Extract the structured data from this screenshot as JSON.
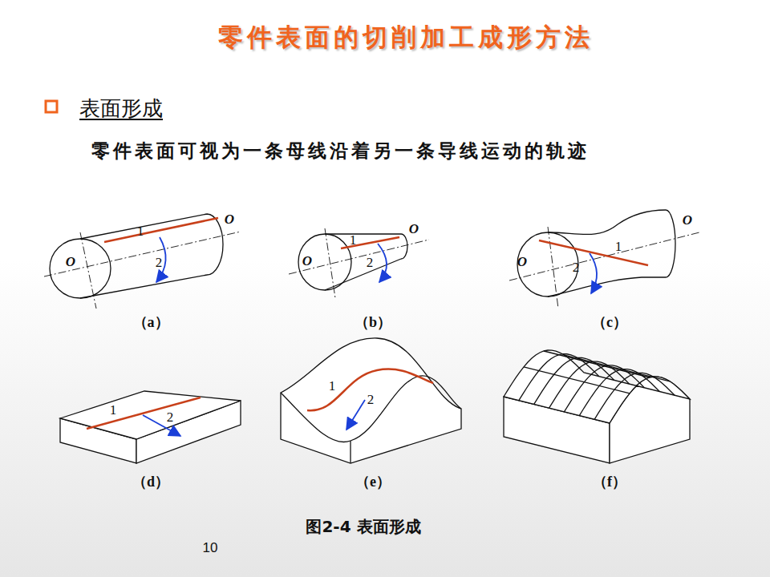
{
  "diagram": {
    "title": "零件表面的切削加工成形方法",
    "caption": "图2-4 表面形成",
    "labels": [
      "表面形成",
      "零件表面可视为一条母线沿着另一条导线运动的轨迹",
      "O",
      "1",
      "O",
      "2",
      "（a）",
      "O",
      "1",
      "O",
      "2",
      "（b）",
      "O",
      "1",
      "O",
      "2",
      "（c）",
      "1",
      "2",
      "（d）",
      "1",
      "2",
      "（e）",
      "（f）",
      "10"
    ]
  }
}
